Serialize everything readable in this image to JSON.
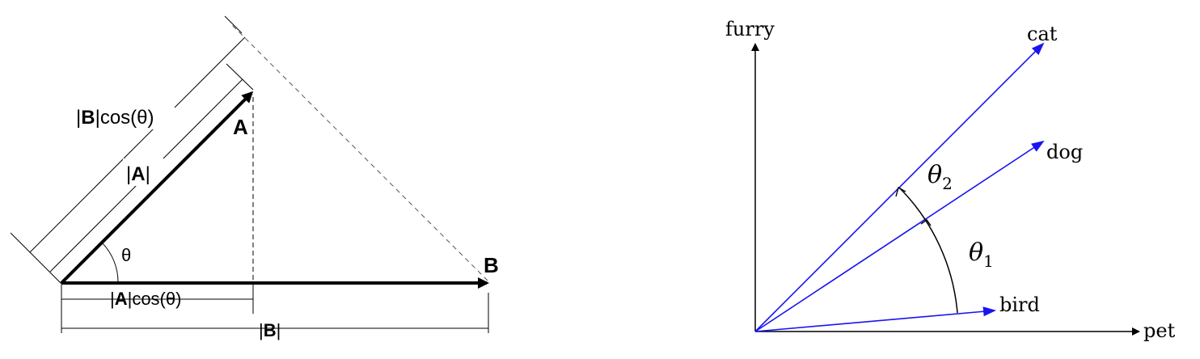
{
  "left_diagram": {
    "label_A": "A",
    "label_B": "B",
    "label_theta": "θ",
    "label_B_cos_pre": "|",
    "label_B_cos_vec": "B",
    "label_B_cos_post": "|cos(θ)",
    "label_A_mag_pre": "|",
    "label_A_mag_vec": "A",
    "label_A_mag_post": "|",
    "label_A_cos_pre": "|",
    "label_A_cos_vec": "A",
    "label_A_cos_post": "|cos(θ)",
    "label_B_mag_pre": "|",
    "label_B_mag_vec": "B",
    "label_B_mag_post": "|"
  },
  "right_diagram": {
    "axis_y": "furry",
    "axis_x": "pet",
    "vec_cat": "cat",
    "vec_dog": "dog",
    "vec_bird": "bird",
    "theta1_sym": "θ",
    "theta1_sub": "1",
    "theta2_sym": "θ",
    "theta2_sub": "2"
  },
  "colors": {
    "vector_blue": "#1a14f0",
    "black": "#000000",
    "dimension_gray": "#555555"
  }
}
